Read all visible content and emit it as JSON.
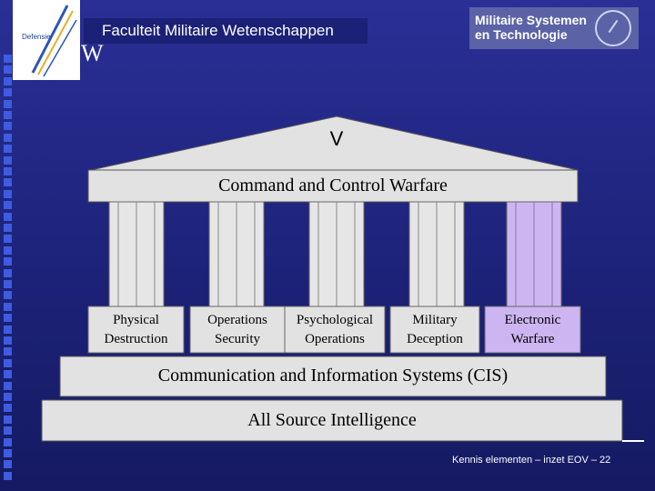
{
  "header": {
    "logo_label": "Defensie",
    "title": "Faculteit Militaire Wetenschappen",
    "title_fragment": "W",
    "brand_line1": "Militaire Systemen",
    "brand_line2": "en Technologie"
  },
  "temple": {
    "roof_label": "V",
    "entablature": "Command and Control Warfare",
    "pillars": [
      {
        "line1": "Physical",
        "line2": "Destruction"
      },
      {
        "line1": "Operations",
        "line2": "Security"
      },
      {
        "line1": "Psychological",
        "line2": "Operations"
      },
      {
        "line1": "Military",
        "line2": "Deception"
      },
      {
        "line1": "Electronic",
        "line2": "Warfare"
      }
    ],
    "base_upper": "Communication and Information Systems (CIS)",
    "base_lower": "All Source Intelligence"
  },
  "footer": {
    "text": "Kennis elementen – inzet EOV  –  22"
  },
  "colors": {
    "background": "#1f2480",
    "stone": "#e2e2e2",
    "highlight_pillar": "#cdb5f2",
    "strip": "#3d5ce0"
  }
}
